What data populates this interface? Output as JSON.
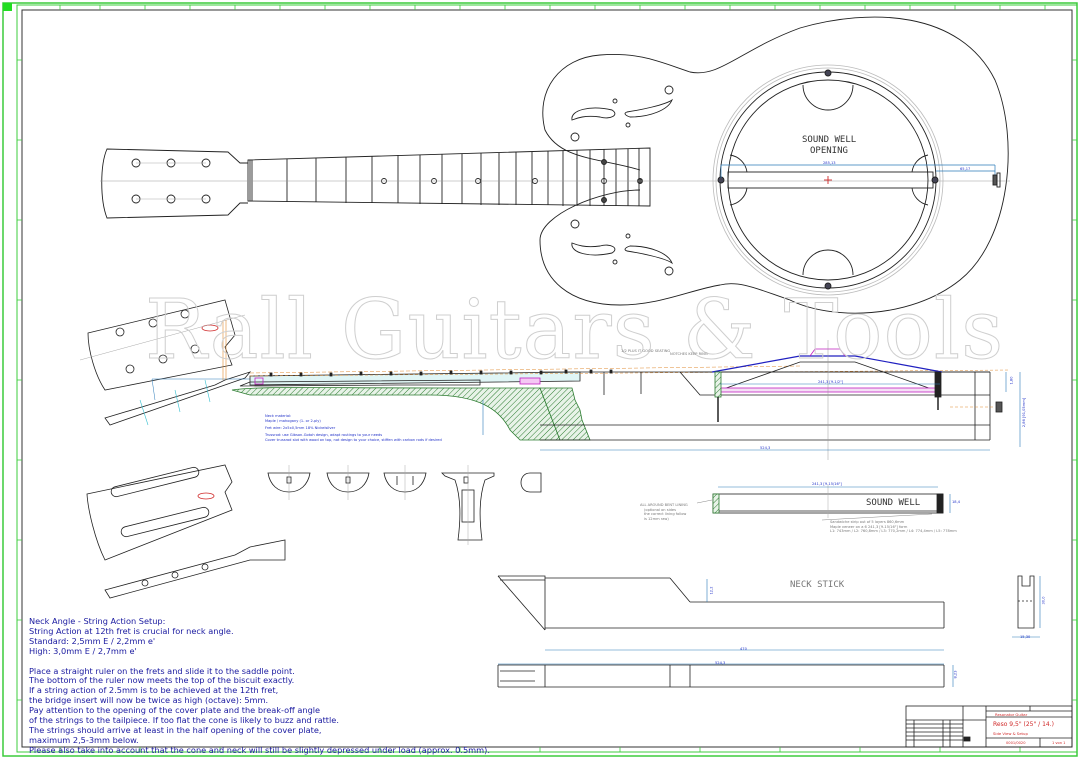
{
  "drawing": {
    "watermark": "Rall Guitars & Tools",
    "colors": {
      "frame_green": "#3ccc3c",
      "line": "#222222",
      "dimension": "#2a7ab8",
      "note_text": "#1a1aa0",
      "titleblock_red": "#d02a2a",
      "hatch": "#2e7d32",
      "magenta": "#c020c0",
      "orange": "#e08a30"
    }
  },
  "views": {
    "top_view": {
      "sound_well_label_1": "SOUND WELL",
      "sound_well_label_2": "OPENING",
      "dim_well_width": "285,13",
      "dim_tail": "65,17"
    },
    "side_view": {
      "callout_1": "1/2 PLUS IT GOOD SEATING",
      "callout_2": "NOTCHES KEEP RING",
      "dim_cone": "241,3 [9-1/2\"]",
      "dim_total": "524,3",
      "dim_depth_small": "1,80",
      "dim_depth": "2,86 [91,05mm]",
      "neck_notes": [
        "Neck material:",
        "Maple / mahogany (1- or 2-ply)",
        "Fret wire: 2x5x0,5mm 18% Nickelsilver",
        "Trussrod: use Gibson-Gotoh design, adapt routings to your needs",
        "Cover trussrod slot with wood on top, not design to your choice, stiffen with carbon rods if desired"
      ]
    },
    "sound_well": {
      "label": "SOUND WELL",
      "dim_width": "241,3 [9-15/16\"]",
      "dim_height": "18,4",
      "left_callout": [
        "ALL AROUND BENT LINING",
        "(optional on sides",
        "the correct lining follow",
        "is 12mm raw)"
      ],
      "bottom_callout": [
        "Sandwiche strip out of 5 layers 860,6mm",
        "Maple veneer on a 6 241,3 [9-15/16\"] form",
        "L1: 743mm / L2: 760,8mm / L3: 770,2mm / L4: 774,4mm / L5: 778mm"
      ]
    },
    "neck_stick": {
      "label": "NECK STICK",
      "dim_length": "470",
      "dim_total": "524,3",
      "dim_height": "12,2",
      "dim_end_height": "30,0",
      "dim_end_width": "15,30",
      "dim_thickness": "8,23"
    }
  },
  "notes": {
    "title": "Neck Angle - String Action Setup:",
    "lines_a": [
      "String Action at 12th fret is crucial for neck angle.",
      "Standard: 2,5mm E / 2,2mm e'",
      "High: 3,0mm E / 2,7mm e'"
    ],
    "lines_b": [
      "Place a straight ruler on the frets and slide it to the saddle point.",
      "The bottom of the ruler now meets the top of the biscuit exactly.",
      "If a string action of 2.5mm is to be achieved at the 12th fret,",
      "the bridge insert will now be twice as high (octave): 5mm.",
      "Pay attention to the opening of the cover plate and the break-off angle",
      "of the strings to the tailpiece. If too flat the cone is likely to buzz and rattle.",
      "The strings should arrive at least in the half opening of the cover plate,",
      "maximum 2,5-3mm below.",
      "Please also take into account that the cone and neck will still be slightly depressed under load (approx. 0.5mm)."
    ]
  },
  "title_block": {
    "project": "Resonator Guitar",
    "title": "Reso 9,5\" (25\" / 14.)",
    "subtitle": "Side View & Setup",
    "drawing_no": "0001/0020",
    "sheet": "1 von 1"
  }
}
